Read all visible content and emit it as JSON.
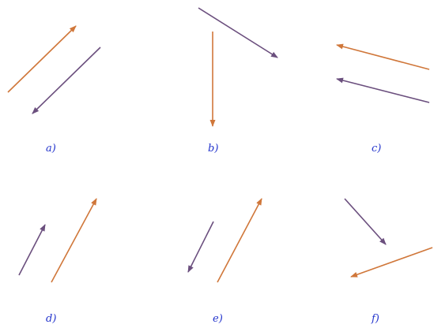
{
  "colors": {
    "orange": "#d0773a",
    "purple": "#6b4f7e",
    "label": "#2233cc"
  },
  "panels": [
    {
      "label": "a)",
      "arrows": [
        {
          "name": "orange-arrow",
          "color": "orange"
        },
        {
          "name": "purple-arrow",
          "color": "purple"
        }
      ]
    },
    {
      "label": "b)",
      "arrows": [
        {
          "name": "purple-arrow",
          "color": "purple"
        },
        {
          "name": "orange-arrow",
          "color": "orange"
        }
      ]
    },
    {
      "label": "c)",
      "arrows": [
        {
          "name": "orange-arrow",
          "color": "orange"
        },
        {
          "name": "purple-arrow",
          "color": "purple"
        }
      ]
    },
    {
      "label": "d)",
      "arrows": [
        {
          "name": "purple-arrow",
          "color": "purple"
        },
        {
          "name": "orange-arrow",
          "color": "orange"
        }
      ]
    },
    {
      "label": "e)",
      "arrows": [
        {
          "name": "purple-arrow",
          "color": "purple"
        },
        {
          "name": "orange-arrow",
          "color": "orange"
        }
      ]
    },
    {
      "label": "f)",
      "arrows": [
        {
          "name": "purple-arrow",
          "color": "purple"
        },
        {
          "name": "orange-arrow",
          "color": "orange"
        }
      ]
    }
  ]
}
